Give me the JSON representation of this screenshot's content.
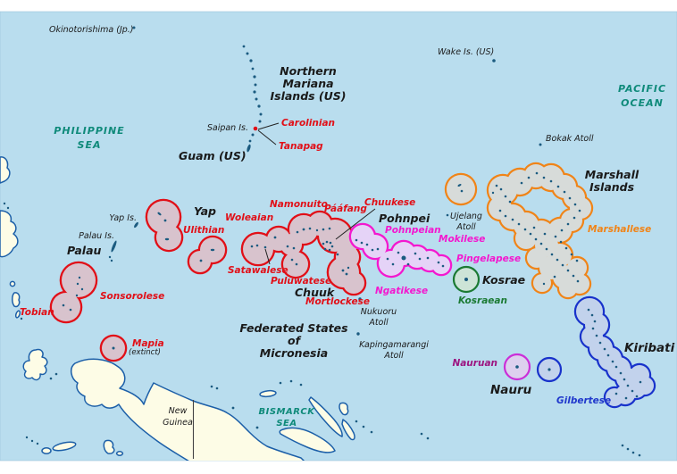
{
  "colors": {
    "ocean": "#b9ddee",
    "land_fill": "#fdfce6",
    "coastline": "#1c5fa8",
    "island_dot": "#1b5b80",
    "chuukic_outline": "#e11018",
    "chuukic_fill": "#d8c3cd",
    "pohnpeic_outline": "#f318cf",
    "pohnpeic_fill": "#e5d3f7",
    "kosraean_outline": "#1b7a33",
    "kosrae_fill": "#cde4d7",
    "marshallese_outline": "#f08418",
    "marshall_fill": "#d7dbd9",
    "gilbertese_outline": "#1832cb",
    "kiribati_fill": "#c2d2ec",
    "nauru_outline": "#cb2fd8",
    "nauru_fill": "#ddd0ee",
    "nauruan_label": "#9c1480",
    "sea_label": "#0f8a7a"
  },
  "sea_labels": {
    "philippine_sea": [
      "PHILIPPINE",
      "SEA"
    ],
    "pacific_ocean": [
      "PACIFIC",
      "OCEAN"
    ],
    "bismarck_sea": [
      "BISMARCK",
      "SEA"
    ]
  },
  "territories": {
    "okinotorishima": "Okinotorishima (Jp.)",
    "wake": "Wake Is. (US)",
    "northern_marianas": [
      "Northern",
      "Mariana",
      "Islands (US)"
    ],
    "saipan": "Saipan Is.",
    "guam": "Guam (US)",
    "bokak": "Bokak Atoll",
    "marshall_islands": [
      "Marshall",
      "Islands"
    ],
    "ujelang": [
      "Ujelang",
      "Atoll"
    ],
    "yap_is": "Yap Is.",
    "palau_is": "Palau Is.",
    "palau": "Palau",
    "yap": "Yap",
    "chuuk": "Chuuk",
    "pohnpei": "Pohnpei",
    "kosrae": "Kosrae",
    "nukuoru": [
      "Nukuoru",
      "Atoll"
    ],
    "kapingamarangi": [
      "Kapingamarangi",
      "Atoll"
    ],
    "fsm": [
      "Federated States",
      "of",
      "Micronesia"
    ],
    "nauru": "Nauru",
    "kiribati": "Kiribati",
    "new_guinea": [
      "New",
      "Guinea"
    ],
    "mapia_note": "(extinct)"
  },
  "languages": {
    "carolinian": "Carolinian",
    "tanapag": "Tanapag",
    "tobian": "Tobian",
    "sonsorolese": "Sonsorolese",
    "mapia": "Mapia",
    "ulithian": "Ulithian",
    "woleaian": "Woleaian",
    "satawalese": "Satawalese",
    "puluwatese": "Puluwatese",
    "namonuito": "Namonuito",
    "paafang": "Pááfang",
    "chuukese": "Chuukese",
    "mortlockese": "Mortlockese",
    "pohnpeian": "Pohnpeian",
    "mokilese": "Mokilese",
    "pingelapese": "Pingelapese",
    "ngatikese": "Ngatikese",
    "kosraean": "Kosraean",
    "marshallese": "Marshallese",
    "nauruan": "Nauruan",
    "gilbertese": "Gilbertese"
  }
}
